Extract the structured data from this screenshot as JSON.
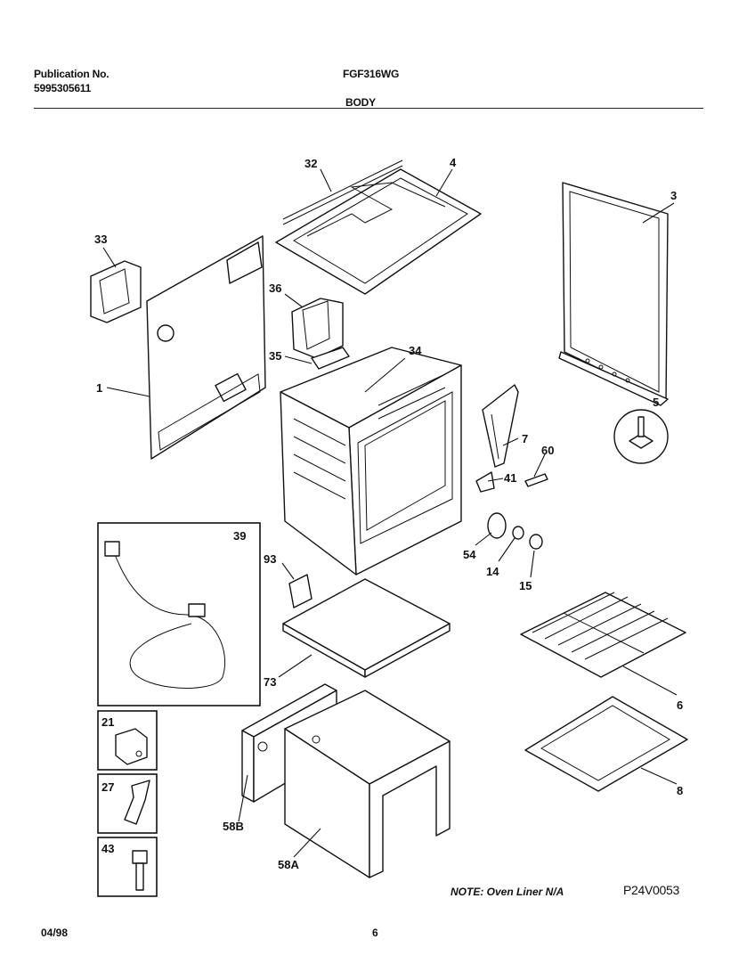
{
  "header": {
    "publication_label": "Publication No.",
    "publication_number": "5995305611",
    "model": "FGF316WG",
    "section": "BODY"
  },
  "callouts": {
    "c1": "1",
    "c3": "3",
    "c4": "4",
    "c5": "5",
    "c6": "6",
    "c7": "7",
    "c8": "8",
    "c14": "14",
    "c15": "15",
    "c21": "21",
    "c27": "27",
    "c32": "32",
    "c33": "33",
    "c34": "34",
    "c35": "35",
    "c36": "36",
    "c39": "39",
    "c41": "41",
    "c43": "43",
    "c54": "54",
    "c58a": "58A",
    "c58b": "58B",
    "c60": "60",
    "c73": "73",
    "c93": "93"
  },
  "footer": {
    "note": "NOTE: Oven Liner N/A",
    "drawing_ref": "P24V0053",
    "date": "04/98",
    "page": "6"
  }
}
